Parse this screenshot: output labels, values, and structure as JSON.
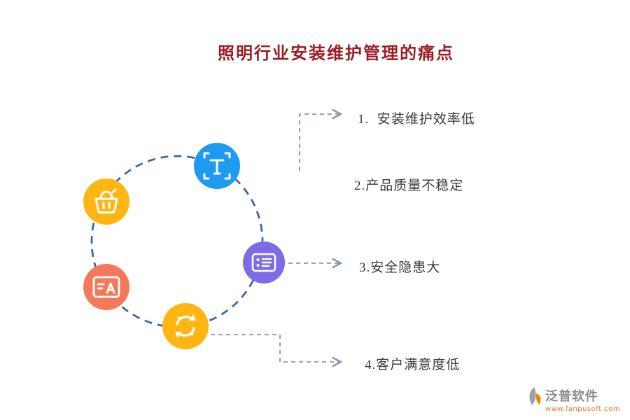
{
  "title": "照明行业安装维护管理的痛点",
  "pain_points": [
    {
      "label": "1.  安装维护效率低"
    },
    {
      "label": "2.产品质量不稳定"
    },
    {
      "label": "3.安全隐患大"
    },
    {
      "label": "4.客户满意度低"
    }
  ],
  "icons": [
    {
      "name": "scan-text-icon",
      "color": "#1E9BF0"
    },
    {
      "name": "basket-icon",
      "color": "#FFB612"
    },
    {
      "name": "translate-icon",
      "color": "#F4795B"
    },
    {
      "name": "list-card-icon",
      "color": "#7D6BE8"
    },
    {
      "name": "sync-icon",
      "color": "#FFB612"
    }
  ],
  "colors": {
    "title": "#9B1E23",
    "dashed_circle": "#3A67AE",
    "connector": "#8B97A8",
    "label_text": "#3B3B3B"
  },
  "logo": {
    "name": "泛普软件",
    "url": "www.fanpusoft.com",
    "name_color": "#8C8C8C",
    "url_color": "#E87722",
    "accent_color": "#F08300"
  }
}
